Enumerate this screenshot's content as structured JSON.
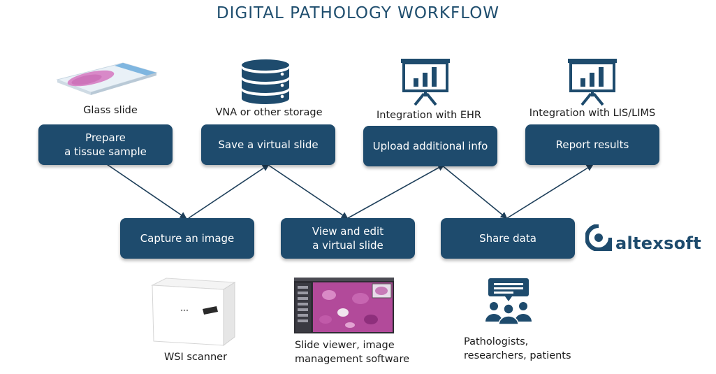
{
  "title": "DIGITAL PATHOLOGY WORKFLOW",
  "steps_top": [
    {
      "label": "Prepare\na tissue sample",
      "caption": "Glass slide",
      "icon": "glass-slide-icon"
    },
    {
      "label": "Save a virtual slide",
      "caption": "VNA or other storage",
      "icon": "database-icon"
    },
    {
      "label": "Upload additional info",
      "caption": "Integration with EHR",
      "icon": "presentation-chart-icon"
    },
    {
      "label": "Report results",
      "caption": "Integration with LIS/LIMS",
      "icon": "presentation-chart-icon"
    }
  ],
  "steps_bottom": [
    {
      "label": "Capture an image",
      "caption": "WSI scanner",
      "icon": "wsi-scanner-icon"
    },
    {
      "label": "View and edit\na virtual slide",
      "caption": "Slide viewer, image\nmanagement software",
      "icon": "slide-viewer-screenshot"
    },
    {
      "label": "Share data",
      "caption": "Pathologists,\nresearchers, patients",
      "icon": "audience-icon"
    }
  ],
  "brand": {
    "name": "altexsoft"
  },
  "colors": {
    "accent": "#1e4b6d",
    "title": "#1f4e6e",
    "arrow": "#1e3f5a"
  }
}
